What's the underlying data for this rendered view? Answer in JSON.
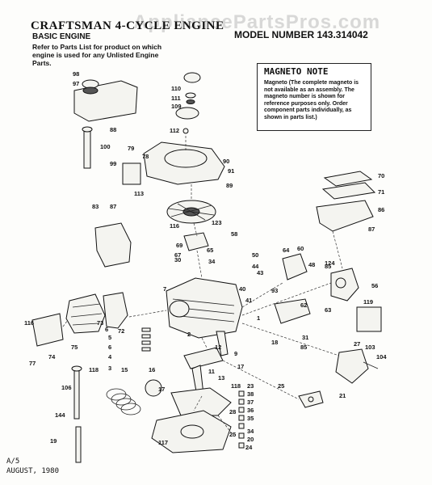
{
  "header": {
    "title": "CRAFTSMAN 4-CYCLE ENGINE",
    "model": "MODEL NUMBER 143.314042",
    "subtitle": "BASIC ENGINE",
    "refer_note": "Refer to Parts List for product on which engine is used for any Unlisted Engine Parts."
  },
  "watermark": "AppliancePartsPros.com",
  "magneto_note": {
    "title": "MAGNETO NOTE",
    "body": "Magneto (The complete magneto is not available as an assembly. The magneto number is shown for reference purposes only. Order component parts individually, as shown in parts list.)"
  },
  "footer": {
    "code": "A/5",
    "date": "AUGUST, 1980"
  },
  "part_labels": [
    "98",
    "97",
    "88",
    "100",
    "99",
    "110",
    "111",
    "109",
    "112",
    "79",
    "78",
    "113",
    "90",
    "91",
    "89",
    "70",
    "71",
    "86",
    "87",
    "83",
    "87",
    "116",
    "123",
    "58",
    "65",
    "67",
    "69",
    "30",
    "34",
    "50",
    "44",
    "43",
    "64",
    "60",
    "48",
    "124",
    "56",
    "85",
    "93",
    "7",
    "40",
    "41",
    "1",
    "6",
    "62",
    "63",
    "119",
    "72",
    "73",
    "116",
    "74",
    "77",
    "75",
    "5",
    "6",
    "4",
    "3",
    "2",
    "12",
    "9",
    "11",
    "13",
    "17",
    "18",
    "31",
    "85",
    "27",
    "103",
    "104",
    "106",
    "118",
    "15",
    "16",
    "17",
    "144",
    "118",
    "23",
    "38",
    "37",
    "36",
    "35",
    "34",
    "20",
    "19",
    "117",
    "28",
    "25",
    "24",
    "25",
    "21",
    "26"
  ]
}
